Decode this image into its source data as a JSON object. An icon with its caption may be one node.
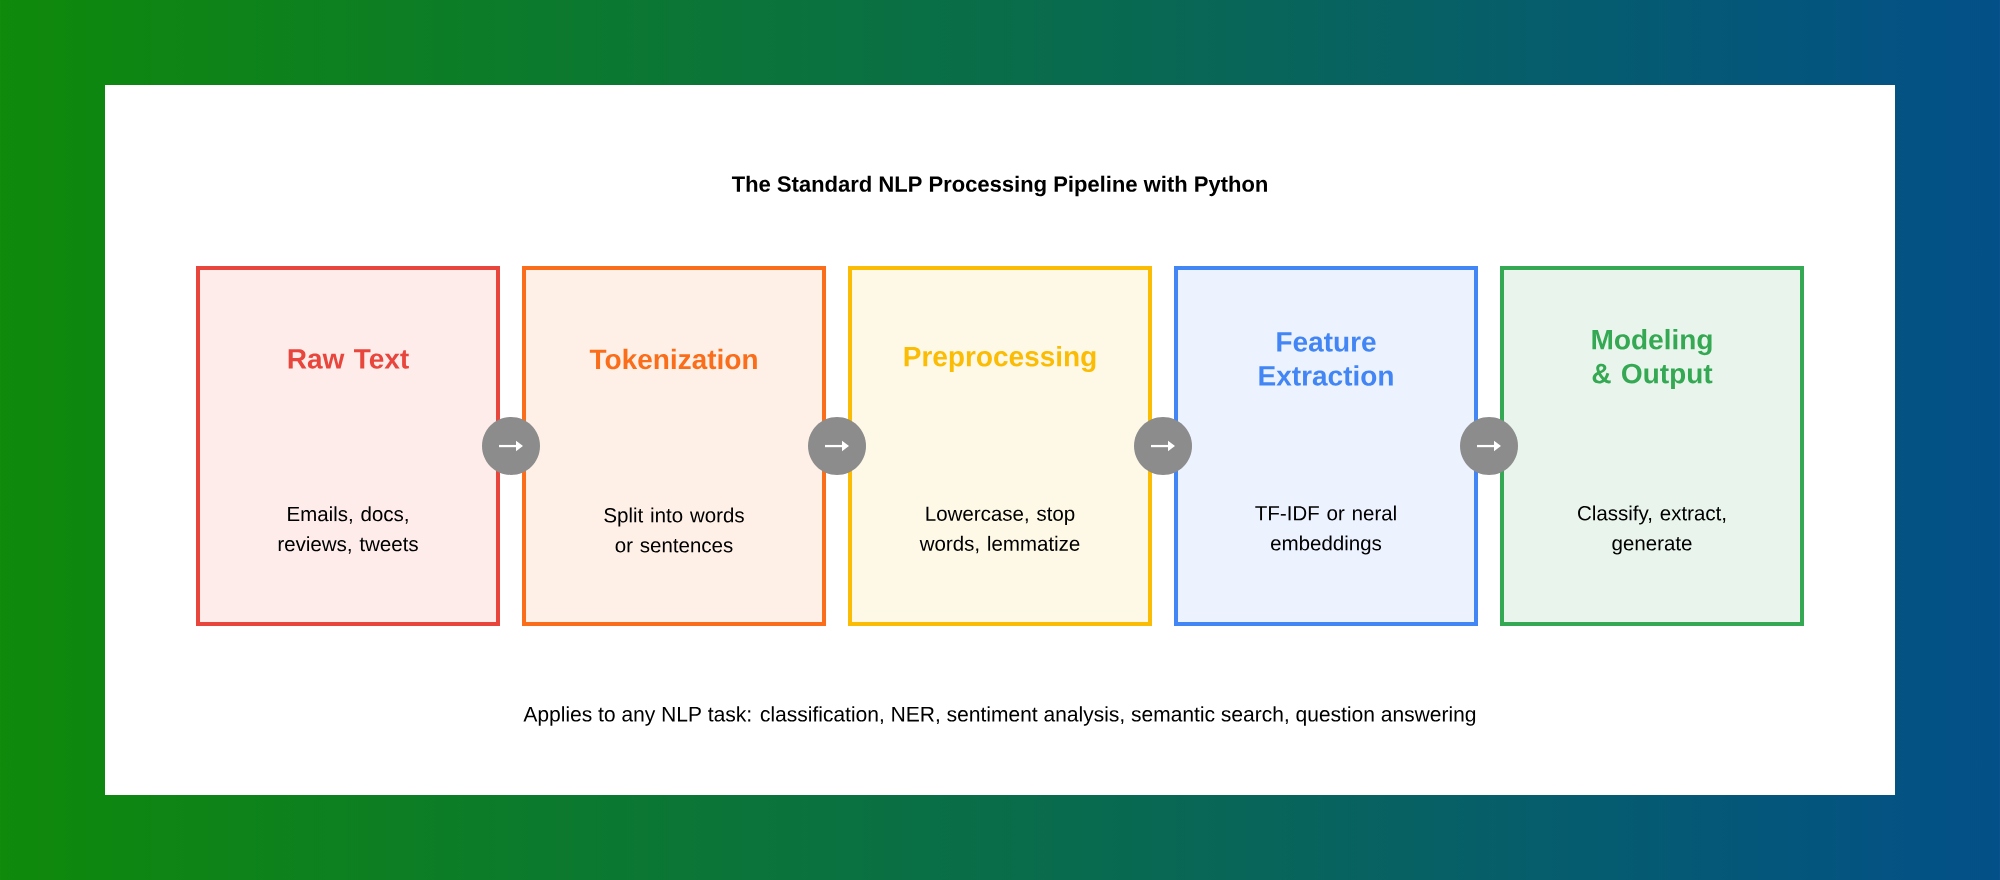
{
  "diagram": {
    "title": "The Standard NLP Processing Pipeline with Python",
    "nodes": [
      {
        "text": [
          "Raw Text",
          "Emails, docs, reviews, tweets"
        ]
      },
      {
        "text": [
          "Tokenization",
          "Split into words or sentences"
        ]
      },
      {
        "text": [
          "Preprocessing",
          "Lowercase, stop words, lemmatize"
        ]
      },
      {
        "text": [
          "Feature Extraction",
          "TF-IDF or neral embeddings"
        ]
      },
      {
        "text": [
          "Modeling & Output",
          "Classify, extract, generate"
        ]
      }
    ],
    "edges": [
      {
        "from": 0,
        "to": 1,
        "arrow": "to"
      },
      {
        "from": 1,
        "to": 2,
        "arrow": "to"
      },
      {
        "from": 2,
        "to": 3,
        "arrow": "to"
      },
      {
        "from": 3,
        "to": 4,
        "arrow": "to"
      }
    ],
    "caption": "Applies to any NLP task: classification, NER, sentiment analysis, semantic search, question answering"
  }
}
